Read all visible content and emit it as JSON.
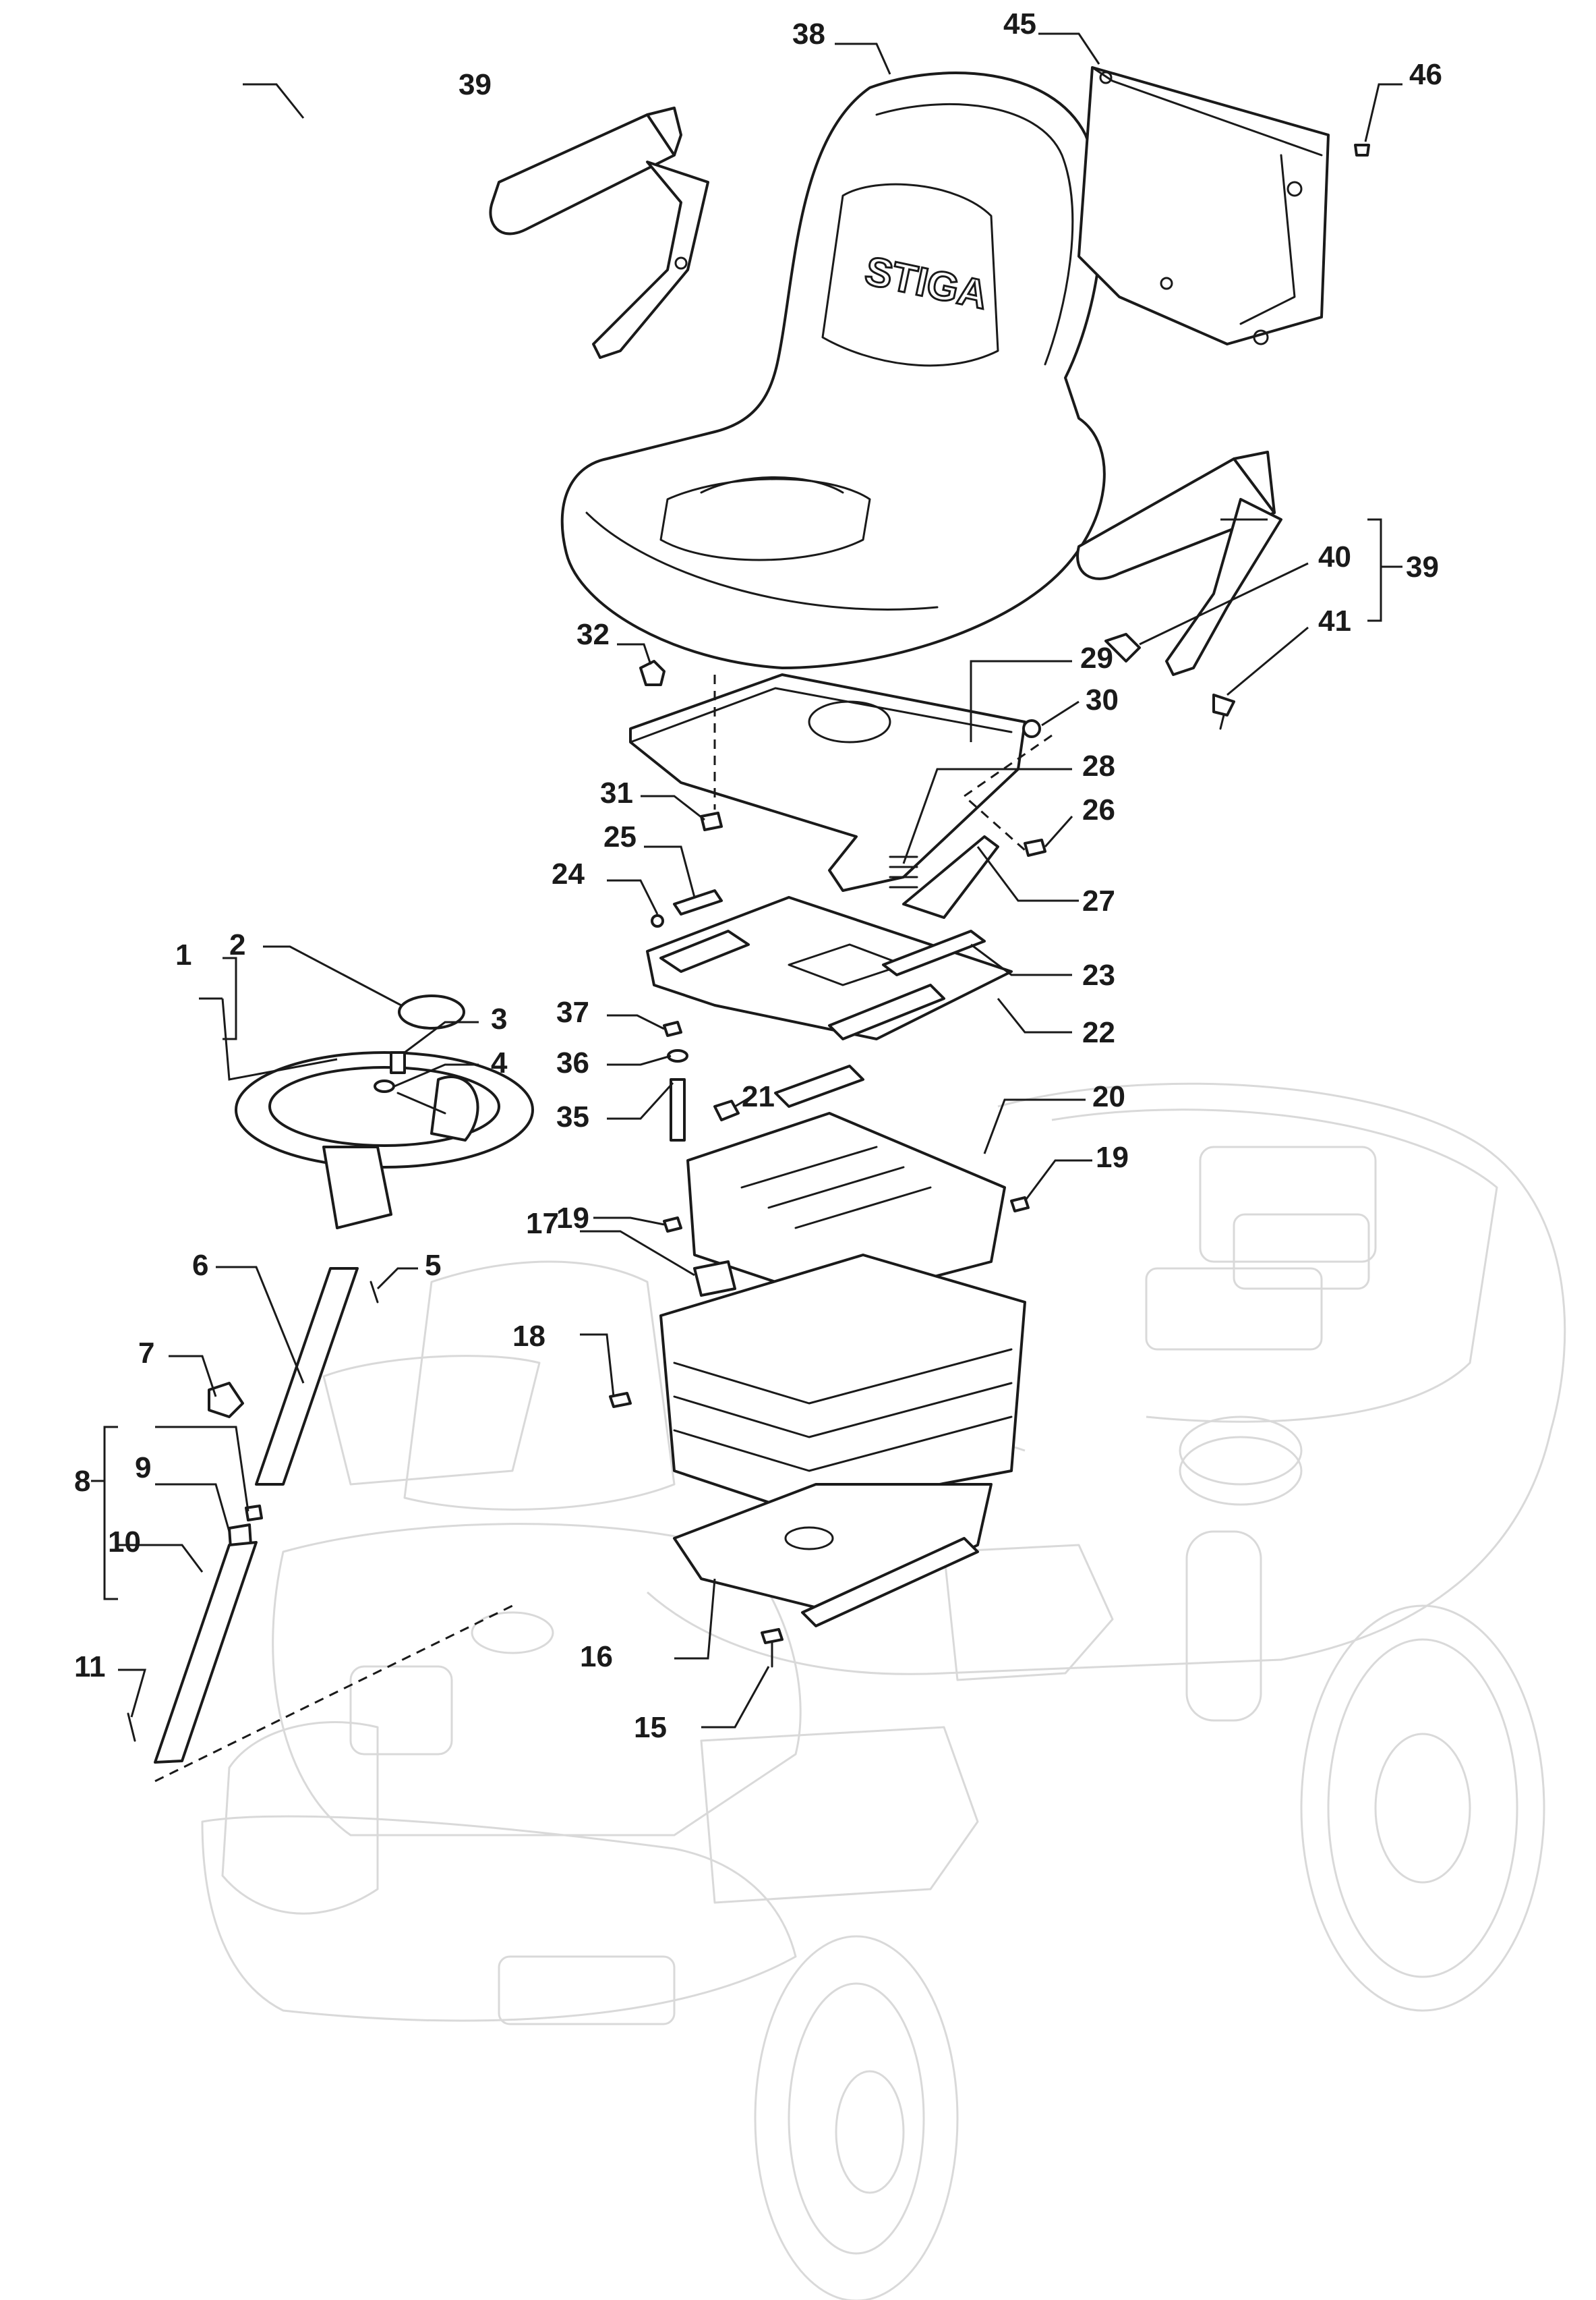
{
  "diagram": {
    "logo_text": "STIGA",
    "callouts": {
      "c1": "1",
      "c2": "2",
      "c3": "3",
      "c4": "4",
      "c5": "5",
      "c6": "6",
      "c7": "7",
      "c8": "8",
      "c9": "9",
      "c10": "10",
      "c11": "11",
      "c15": "15",
      "c16": "16",
      "c17": "17",
      "c18": "18",
      "c19a": "19",
      "c19b": "19",
      "c20": "20",
      "c21": "21",
      "c22": "22",
      "c23": "23",
      "c24": "24",
      "c25": "25",
      "c26": "26",
      "c27": "27",
      "c28": "28",
      "c29": "29",
      "c30": "30",
      "c31": "31",
      "c32": "32",
      "c35": "35",
      "c36": "36",
      "c37": "37",
      "c38": "38",
      "c39a": "39",
      "c39b": "39",
      "c40": "40",
      "c41": "41",
      "c45": "45",
      "c46": "46"
    }
  }
}
